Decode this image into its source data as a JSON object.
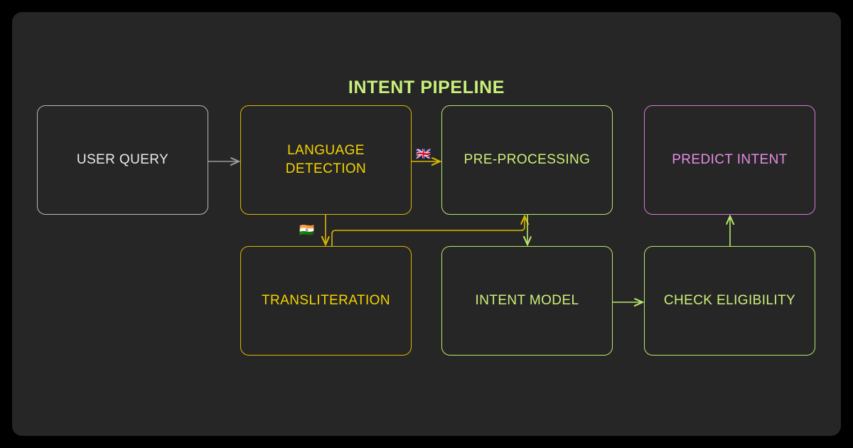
{
  "diagram": {
    "title": "INTENT PIPELINE",
    "background_color": "#262626",
    "outer_color": "#000000",
    "colors": {
      "title": "#c9f07a",
      "gray": "#e9e9e9",
      "yellow": "#f5d400",
      "green": "#cdf07a",
      "pink": "#e78ce4"
    },
    "nodes": [
      {
        "id": "user-query",
        "label": "USER QUERY",
        "color": "gray"
      },
      {
        "id": "language-detect",
        "label": "LANGUAGE\nDETECTION",
        "line1": "LANGUAGE",
        "line2": "DETECTION",
        "color": "yellow"
      },
      {
        "id": "preprocessing",
        "label": "PRE-PROCESSING",
        "color": "green"
      },
      {
        "id": "predict-intent",
        "label": "PREDICT INTENT",
        "color": "pink"
      },
      {
        "id": "transliteration",
        "label": "TRANSLITERATION",
        "color": "yellow"
      },
      {
        "id": "intent-model",
        "label": "INTENT MODEL",
        "color": "green"
      },
      {
        "id": "check-eligibility",
        "label": "CHECK ELIGIBILITY",
        "color": "green"
      }
    ],
    "edges": [
      {
        "from": "user-query",
        "to": "language-detect",
        "color": "#9a9a9a",
        "label": ""
      },
      {
        "from": "language-detect",
        "to": "preprocessing",
        "color": "#d9b800",
        "label": "english-flag"
      },
      {
        "from": "language-detect",
        "to": "transliteration",
        "color": "#d9b800",
        "label": "india-flag"
      },
      {
        "from": "transliteration",
        "to": "preprocessing",
        "color": "#d9b800",
        "label": ""
      },
      {
        "from": "preprocessing",
        "to": "intent-model",
        "color": "#b9e86a",
        "label": ""
      },
      {
        "from": "intent-model",
        "to": "check-eligibility",
        "color": "#b9e86a",
        "label": ""
      },
      {
        "from": "check-eligibility",
        "to": "predict-intent",
        "color": "#b9e86a",
        "label": ""
      }
    ],
    "flags": {
      "english": "🇬🇧",
      "india": "🇮🇳"
    }
  }
}
